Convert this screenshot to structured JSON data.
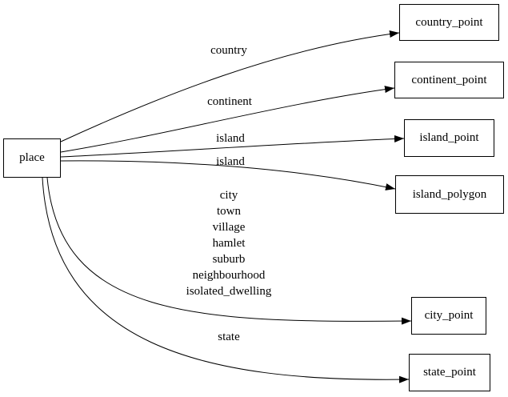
{
  "colors": {
    "background": "#ffffff",
    "node_border": "#000000",
    "edge_line": "#000000",
    "text": "#000000"
  },
  "nodes": {
    "place": {
      "label": "place"
    },
    "country_point": {
      "label": "country_point"
    },
    "continent_point": {
      "label": "continent_point"
    },
    "island_point": {
      "label": "island_point"
    },
    "island_polygon": {
      "label": "island_polygon"
    },
    "city_point": {
      "label": "city_point"
    },
    "state_point": {
      "label": "state_point"
    }
  },
  "edges": [
    {
      "from": "place",
      "to": "country_point",
      "label": "country"
    },
    {
      "from": "place",
      "to": "continent_point",
      "label": "continent"
    },
    {
      "from": "place",
      "to": "island_point",
      "label": "island"
    },
    {
      "from": "place",
      "to": "island_polygon",
      "label": "island"
    },
    {
      "from": "place",
      "to": "city_point",
      "label_lines": [
        "city",
        "town",
        "village",
        "hamlet",
        "suburb",
        "neighbourhood",
        "isolated_dwelling"
      ]
    },
    {
      "from": "place",
      "to": "state_point",
      "label": "state"
    }
  ]
}
